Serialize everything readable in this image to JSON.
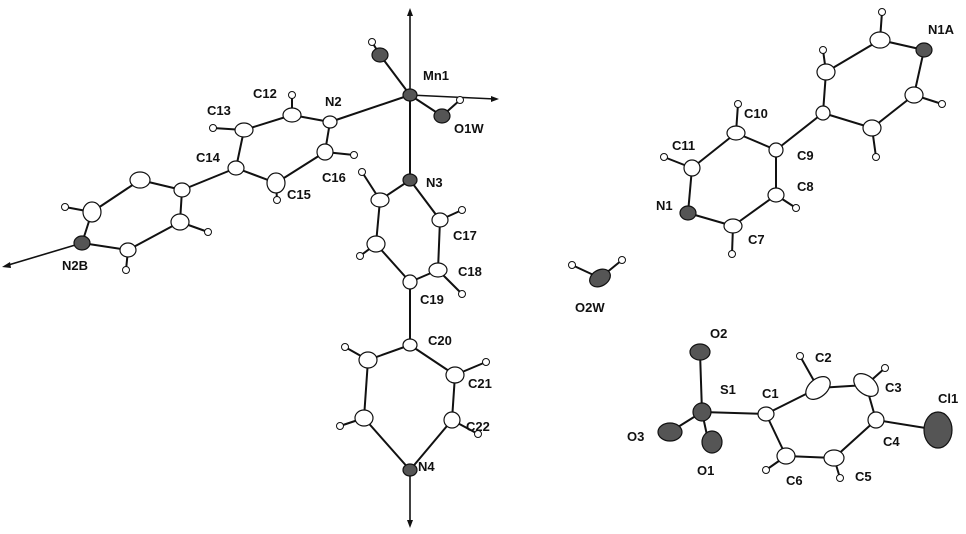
{
  "labels": {
    "Mn1": "Mn1",
    "O1W": "O1W",
    "N2": "N2",
    "N3": "N3",
    "N4": "N4",
    "N2B": "N2B",
    "C12": "C12",
    "C13": "C13",
    "C14": "C14",
    "C15": "C15",
    "C16": "C16",
    "C17": "C17",
    "C18": "C18",
    "C19": "C19",
    "C20": "C20",
    "C21": "C21",
    "C22": "C22",
    "O2W": "O2W",
    "N1A": "N1A",
    "N1": "N1",
    "C7": "C7",
    "C8": "C8",
    "C9": "C9",
    "C10": "C10",
    "C11": "C11",
    "S1": "S1",
    "O1": "O1",
    "O2": "O2",
    "O3": "O3",
    "Cl1": "Cl1",
    "C1": "C1",
    "C2": "C2",
    "C3": "C3",
    "C4": "C4",
    "C5": "C5",
    "C6": "C6"
  }
}
